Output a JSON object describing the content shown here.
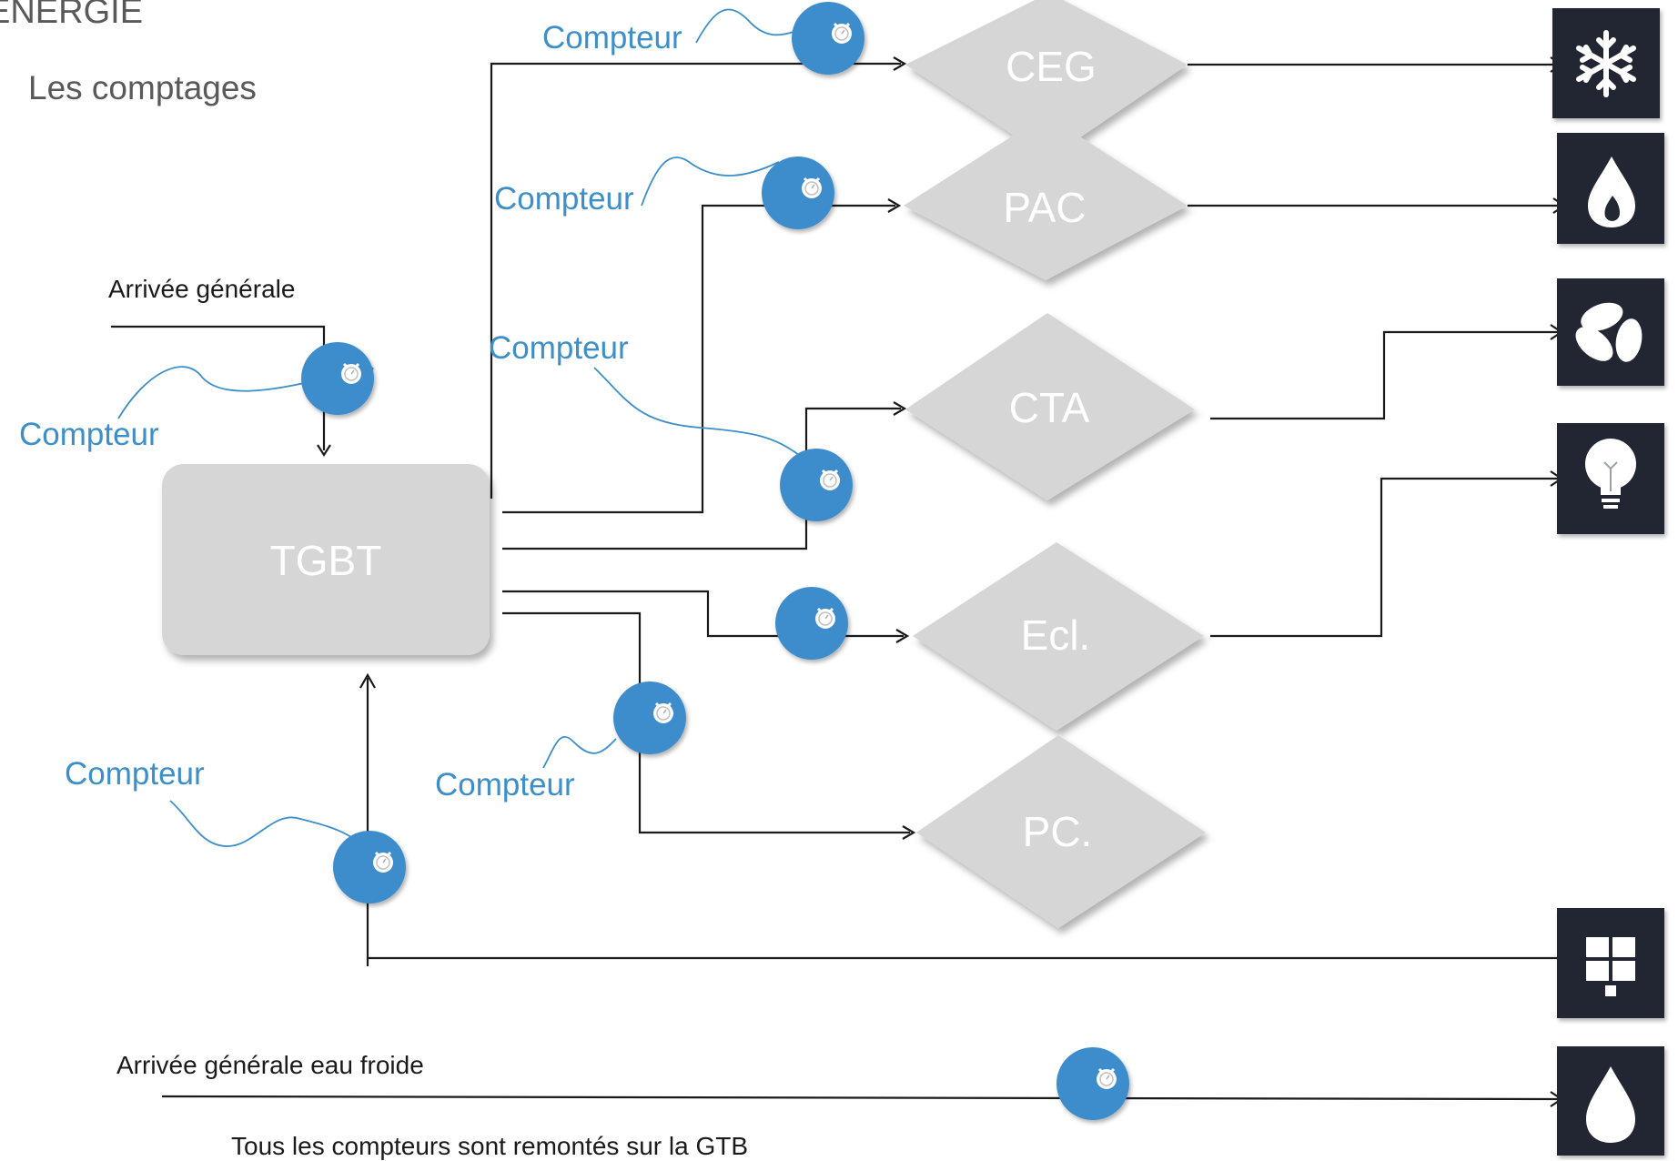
{
  "header": {
    "title": "ENERGIE",
    "subtitle": "Les comptages"
  },
  "labels": {
    "arrivee_generale": "Arrivée générale",
    "arrivee_eau_froide": "Arrivée générale eau froide",
    "footer_note": "Tous les compteurs sont remontés sur la GTB",
    "compteur": "Compteur"
  },
  "main_board": "TGBT",
  "nodes": {
    "ceg": "CEG",
    "pac": "PAC",
    "cta": "CTA",
    "ecl": "Ecl.",
    "pc": "PC."
  },
  "icons": {
    "cold": "snowflake-icon",
    "heat": "flame-drop-icon",
    "ventilation": "fan-icon",
    "lighting": "lightbulb-icon",
    "solar": "solar-panel-icon",
    "water": "water-drop-icon"
  },
  "colors": {
    "meter": "#3d8ccb",
    "label_blue": "#3c8fc9",
    "node_fill": "#d6d6d6",
    "node_text": "#ffffff",
    "icon_bg": "#232832",
    "line": "#1a1a1a"
  }
}
